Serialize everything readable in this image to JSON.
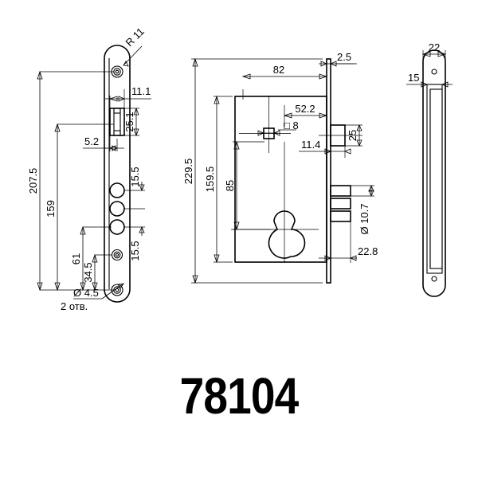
{
  "drawing": {
    "part_number": "78104",
    "title_text": "78104",
    "views": [
      {
        "id": "front-faceplate-view",
        "name": "faceplate-front-view"
      },
      {
        "id": "side-body-view",
        "name": "lock-body-side-view"
      },
      {
        "id": "edge-view",
        "name": "faceplate-edge-view"
      }
    ]
  },
  "view_faceplate": {
    "name": "faceplate-front-view",
    "dimensions": {
      "radius_corner": "R 11",
      "overall_length": "207.5",
      "hole_center_span": "159",
      "latch_width": "11.1",
      "latch_height": "25.1",
      "latch_offset": "5.2",
      "bolt_pitch_upper": "15.5",
      "bolt_pitch_lower": "15.5",
      "dim_61": "61",
      "dim_34_5": "34.5"
    },
    "note_diameter": "Ø 4.5",
    "note_quantity": "2 отв."
  },
  "view_body": {
    "name": "lock-body-side-view",
    "dimensions": {
      "faceplate_thickness": "2.5",
      "body_depth": "82",
      "backset_square": "52.2",
      "square_spindle": "□ 8",
      "latch_projection": "11.4",
      "latch_height": "25",
      "overall_height": "229.5",
      "body_height": "159.5",
      "cylinder_center": "85",
      "bolt_diameter": "Ø 10.7",
      "bolt_projection": "22.8"
    }
  },
  "view_edge": {
    "name": "faceplate-edge-view",
    "dimensions": {
      "width": "22",
      "inner_offset": "15"
    }
  }
}
